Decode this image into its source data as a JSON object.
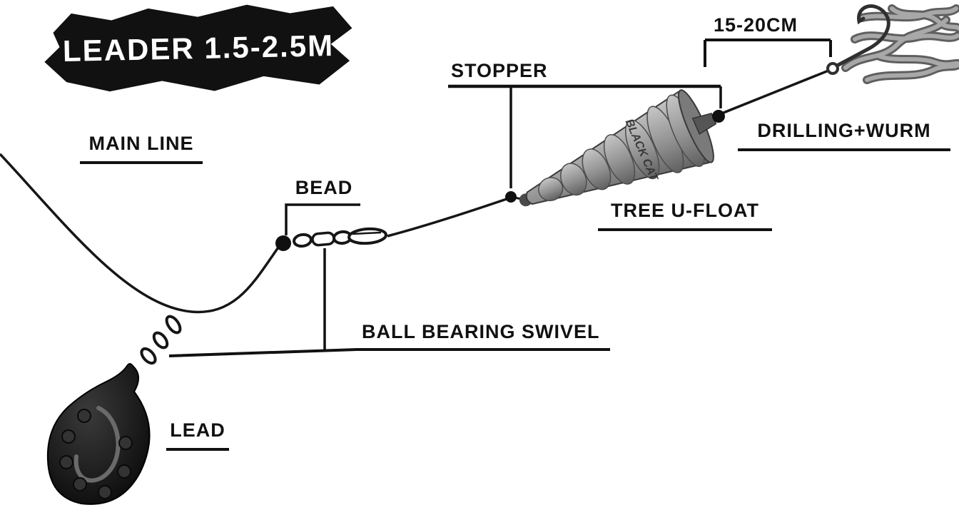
{
  "banner": {
    "text": "LEADER 1.5-2.5M"
  },
  "labels": {
    "main_line": "MAIN LINE",
    "bead": "BEAD",
    "stopper": "STOPPER",
    "distance": "15-20CM",
    "drilling_wurm": "DRILLING+WURM",
    "tree_u_float": "TREE U-FLOAT",
    "ball_bearing_swivel": "BALL BEARING SWIVEL",
    "lead": "LEAD"
  },
  "float": {
    "brand": "BLACK CAT"
  },
  "colors": {
    "ink": "#111111",
    "paper": "#ffffff",
    "float_grey": "#8f8f8f",
    "float_dark": "#3a3a3a",
    "worm_grey": "#a8a8a8",
    "worm_shadow": "#5f5f5f"
  }
}
